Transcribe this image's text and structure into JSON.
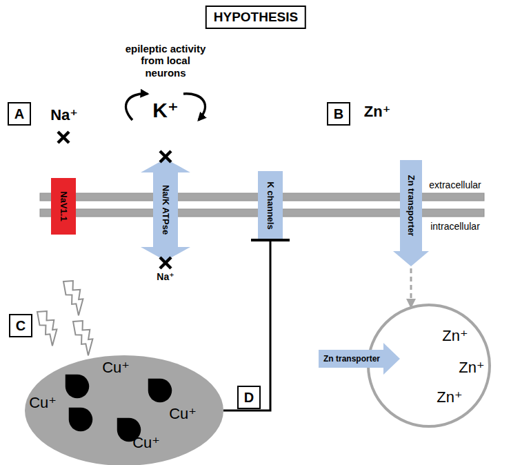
{
  "diagram": {
    "title": "HYPOTHESIS",
    "nodes": [
      {
        "text": [
          "A"
        ]
      },
      {
        "text": [
          "B"
        ]
      },
      {
        "text": [
          "NaV1.1"
        ]
      },
      {
        "text": [
          "Na/K ATPse"
        ]
      },
      {
        "text": [
          "K channels"
        ]
      },
      {
        "text": [
          "Zn transporter"
        ]
      },
      {
        "text": [
          "C"
        ]
      },
      {
        "text": [
          "Zn transporter"
        ]
      },
      {
        "text": [
          "Zn⁺",
          "Zn⁺",
          "Zn⁺"
        ]
      },
      {
        "text": [
          "Cu⁺",
          "Cu⁺",
          "Cu⁺",
          "Cu⁺"
        ]
      },
      {
        "text": [
          "D"
        ]
      }
    ],
    "edges": [
      {
        "from": 5,
        "to": 8,
        "arrow": "to"
      },
      {
        "from": 9,
        "to": 4,
        "arrow": "to"
      }
    ],
    "labels": [
      "epileptic activity from local neurons",
      "Na⁺",
      "K⁺",
      "Zn⁺",
      "extracellular",
      "intracellular",
      "Na⁺"
    ]
  }
}
